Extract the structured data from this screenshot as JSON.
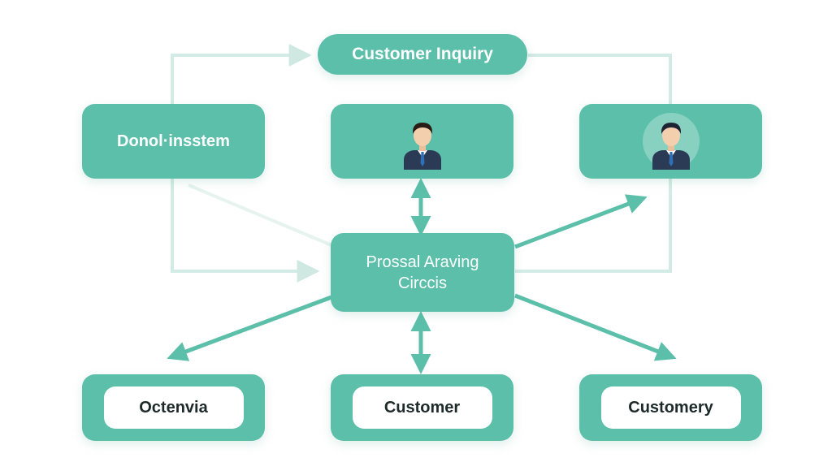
{
  "diagram": {
    "top_node": {
      "label": "Customer Inquiry"
    },
    "left_node": {
      "label": "Donol·insstem"
    },
    "agent_node_middle": {
      "icon": "person-icon"
    },
    "agent_node_right": {
      "icon": "person-icon"
    },
    "center_node": {
      "line1": "Prossal Araving",
      "line2": "Circcis"
    },
    "bottom_nodes": [
      {
        "label": "Octenvia"
      },
      {
        "label": "Customer"
      },
      {
        "label": "Customery"
      }
    ],
    "colors": {
      "node_fill": "#5bbfaa",
      "connector_light": "#d3ebe5",
      "connector_dark": "#5bbfaa",
      "suit": "#2b3a55",
      "tie": "#2f6fb5",
      "hair": "#2a1d16",
      "skin": "#f3cfae"
    }
  }
}
